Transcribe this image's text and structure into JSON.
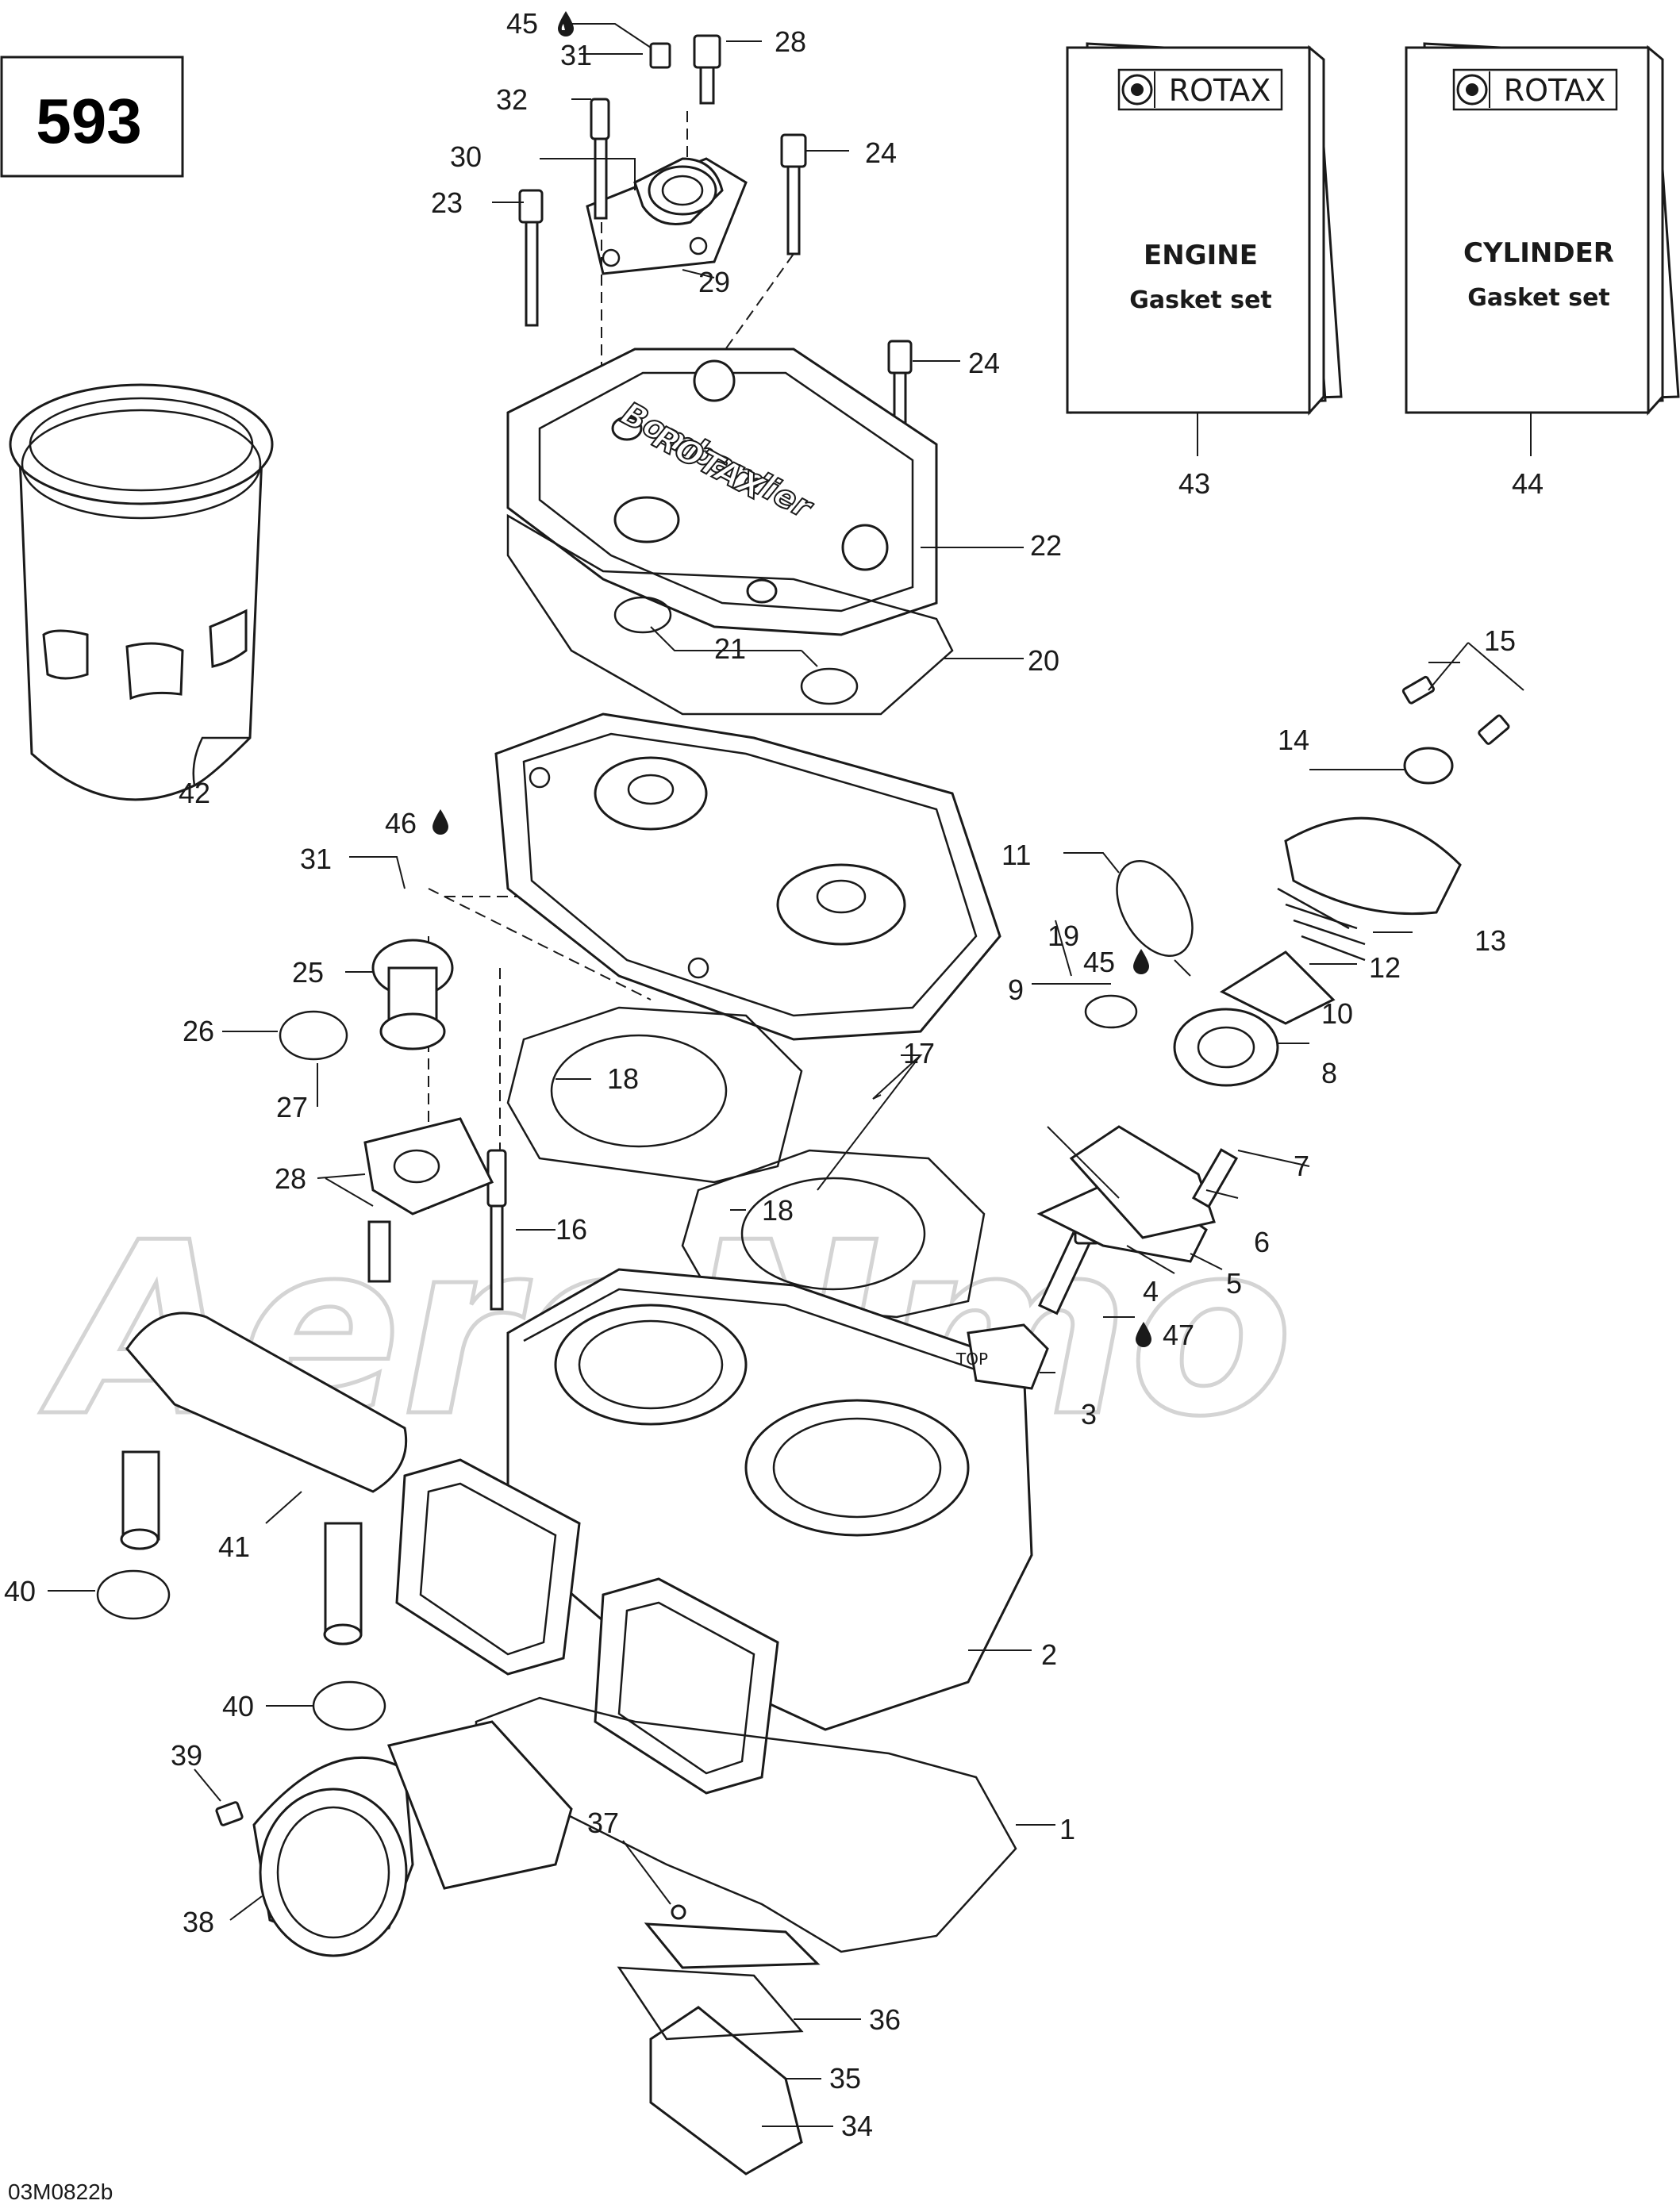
{
  "page_number": "593",
  "drawing_code": "03M0822b",
  "watermark": "AeroNmo",
  "kits": [
    {
      "brand": "ROTAX",
      "title": "ENGINE",
      "subtitle": "Gasket set",
      "ref": "43"
    },
    {
      "brand": "ROTAX",
      "title": "CYLINDER",
      "subtitle": "Gasket set",
      "ref": "44"
    }
  ],
  "head_emboss": [
    "Bombardier",
    "ROTAX"
  ],
  "valve_stamp": "TOP",
  "lube_icon": "oil-drop-icon",
  "callouts": [
    {
      "num": "1"
    },
    {
      "num": "2"
    },
    {
      "num": "3"
    },
    {
      "num": "4"
    },
    {
      "num": "5"
    },
    {
      "num": "6"
    },
    {
      "num": "7"
    },
    {
      "num": "8"
    },
    {
      "num": "9"
    },
    {
      "num": "10"
    },
    {
      "num": "11"
    },
    {
      "num": "12"
    },
    {
      "num": "13"
    },
    {
      "num": "14"
    },
    {
      "num": "15"
    },
    {
      "num": "16"
    },
    {
      "num": "17"
    },
    {
      "num": "18"
    },
    {
      "num": "18"
    },
    {
      "num": "19"
    },
    {
      "num": "20"
    },
    {
      "num": "21"
    },
    {
      "num": "22"
    },
    {
      "num": "23"
    },
    {
      "num": "24"
    },
    {
      "num": "24"
    },
    {
      "num": "25"
    },
    {
      "num": "26"
    },
    {
      "num": "27"
    },
    {
      "num": "28"
    },
    {
      "num": "28"
    },
    {
      "num": "29"
    },
    {
      "num": "30"
    },
    {
      "num": "31"
    },
    {
      "num": "31"
    },
    {
      "num": "32"
    },
    {
      "num": "34"
    },
    {
      "num": "35"
    },
    {
      "num": "36"
    },
    {
      "num": "37"
    },
    {
      "num": "38"
    },
    {
      "num": "39"
    },
    {
      "num": "40"
    },
    {
      "num": "40"
    },
    {
      "num": "41"
    },
    {
      "num": "42"
    },
    {
      "num": "43"
    },
    {
      "num": "44"
    },
    {
      "num": "45",
      "lube": true
    },
    {
      "num": "45",
      "lube": true
    },
    {
      "num": "46",
      "lube": true
    },
    {
      "num": "47",
      "lube": true
    }
  ]
}
